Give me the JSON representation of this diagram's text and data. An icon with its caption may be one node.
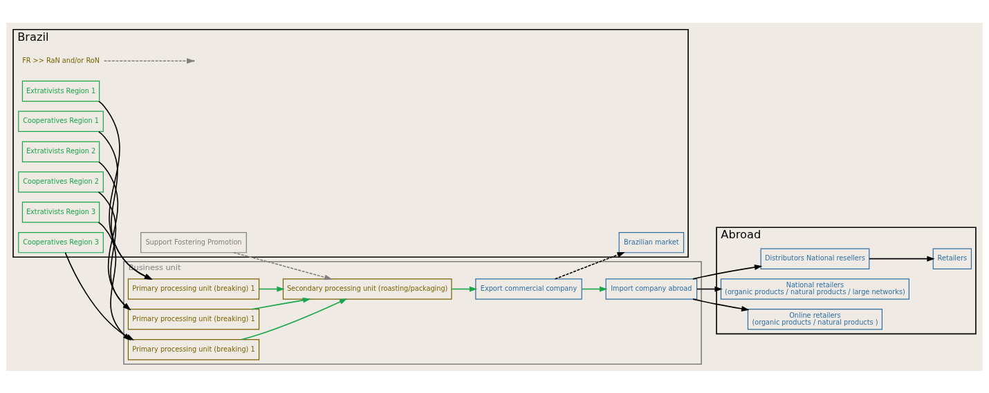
{
  "diagram": {
    "nodes": [
      {
        "text": [
          "Brazil"
        ]
      },
      {
        "text": [
          "FR >> RaN and/or RoN"
        ],
        "in": 0
      },
      {
        "text": [
          "Extrativists Region 1"
        ],
        "in": 0
      },
      {
        "text": [
          "Cooperatives Region 1"
        ],
        "in": 0
      },
      {
        "text": [
          "Extrativists Region 2"
        ],
        "in": 0
      },
      {
        "text": [
          "Cooperatives Region 2"
        ],
        "in": 0
      },
      {
        "text": [
          "Extrativists Region 3"
        ],
        "in": 0
      },
      {
        "text": [
          "Cooperatives Region 3"
        ],
        "in": 0
      },
      {
        "text": [
          "Business unit"
        ]
      },
      {
        "text": [
          "Primary processing unit (breaking) 1"
        ],
        "in": 8
      },
      {
        "text": [
          "Primary processing unit (breaking) 1"
        ],
        "in": 8
      },
      {
        "text": [
          "Primary processing unit (breaking) 1"
        ],
        "in": 8
      },
      {
        "text": [
          "Secondary processing unit (roasting/packaging)"
        ],
        "in": 8
      },
      {
        "text": [
          "Export commercial company"
        ],
        "in": 8
      },
      {
        "text": [
          "Brazilian market"
        ],
        "in": 0
      },
      {
        "text": [
          "Support Fostering Promotion"
        ],
        "in": 0
      },
      {
        "text": [
          "Abroad"
        ]
      },
      {
        "text": [
          "Import company abroad"
        ],
        "in": 8
      },
      {
        "text": [
          "Distributors National resellers"
        ],
        "in": 16
      },
      {
        "text": [
          "Retailers"
        ],
        "in": 16
      },
      {
        "text": [
          "National retailers",
          "(organic products / natural products / large networks)"
        ],
        "in": 16
      },
      {
        "text": [
          "Online retailers",
          "(organic products / natural products )"
        ],
        "in": 16
      }
    ],
    "edges": [
      {
        "from": 1,
        "to": null,
        "arrow": "to",
        "style": "dashed",
        "color": "#808080"
      },
      {
        "from": 2,
        "to": 9,
        "arrow": "to"
      },
      {
        "from": 3,
        "to": 9,
        "arrow": "to"
      },
      {
        "from": 4,
        "to": 10,
        "arrow": "to"
      },
      {
        "from": 5,
        "to": 10,
        "arrow": "to"
      },
      {
        "from": 6,
        "to": 11,
        "arrow": "to"
      },
      {
        "from": 7,
        "to": 11,
        "arrow": "to"
      },
      {
        "from": 9,
        "to": 12,
        "arrow": "to",
        "color": "#1aa54b"
      },
      {
        "from": 10,
        "to": 12,
        "arrow": "to",
        "color": "#1aa54b"
      },
      {
        "from": 11,
        "to": 12,
        "arrow": "to",
        "color": "#1aa54b"
      },
      {
        "from": 12,
        "to": 13,
        "arrow": "to",
        "color": "#1aa54b"
      },
      {
        "from": 13,
        "to": 14,
        "arrow": "to",
        "style": "dashed"
      },
      {
        "from": 15,
        "to": 12,
        "arrow": "to",
        "style": "dashed",
        "color": "#808080"
      },
      {
        "from": 13,
        "to": 17,
        "arrow": "to",
        "color": "#1aa54b"
      },
      {
        "from": 17,
        "to": 18,
        "arrow": "to"
      },
      {
        "from": 18,
        "to": 19,
        "arrow": "to"
      },
      {
        "from": 17,
        "to": 20,
        "arrow": "to"
      },
      {
        "from": 17,
        "to": 21,
        "arrow": "to"
      }
    ]
  }
}
